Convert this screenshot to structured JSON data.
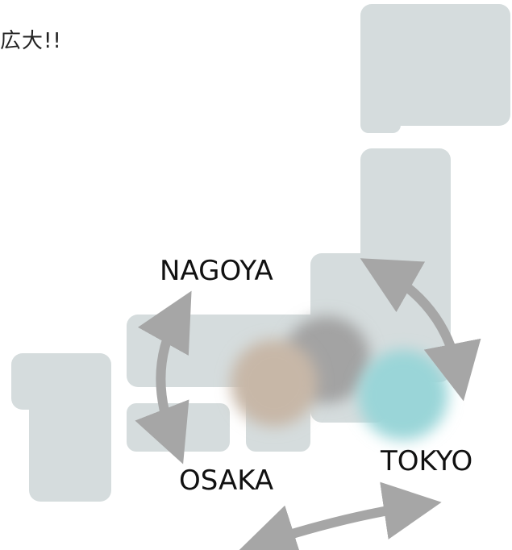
{
  "heading": "広大!!",
  "cities": {
    "nagoya": {
      "label": "NAGOYA",
      "color": "#a3a3a3"
    },
    "osaka": {
      "label": "OSAKA",
      "color": "#c7b7a7"
    },
    "tokyo": {
      "label": "TOKYO",
      "color": "#9ad5d8"
    }
  },
  "colors": {
    "land": "#d5dcdd",
    "arrow": "#a6a6a6"
  }
}
